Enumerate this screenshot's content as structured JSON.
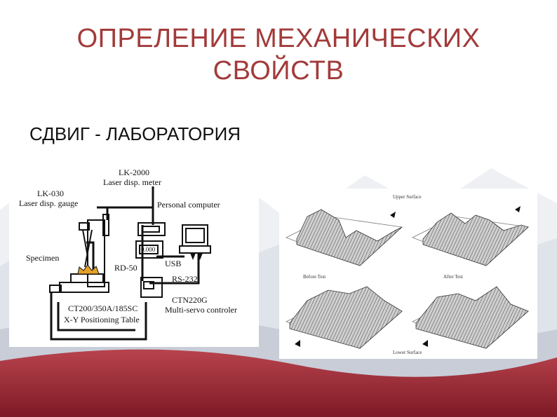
{
  "slide": {
    "title_line1": "ОПРЕЛЕНИЕ МЕХАНИЧЕСКИХ",
    "title_line2": "СВОЙСТВ",
    "subtitle": "СДВИГ - ЛАБОРАТОРИЯ",
    "accent_color": "#a33a3a"
  },
  "schematic": {
    "laser_meter_model": "LK-2000",
    "laser_meter_label": "Laser disp. meter",
    "gauge_model": "LK-030",
    "gauge_label": "Laser disp. gauge",
    "computer_label": "Personal computer",
    "specimen_label": "Specimen",
    "rd_label": "RD-50",
    "display_value": "0.000",
    "usb_label": "USB",
    "rs_label": "RS-232",
    "controller_model": "CTN220G",
    "controller_label": "Multi-servo controler",
    "table_model": "CT200/350A/185SC",
    "table_label": "X-Y Positioning Table"
  },
  "surfaces": {
    "upper_label": "Upper Surface",
    "before_label": "Before Test",
    "after_label": "After Test",
    "lower_label": "Lower Surface"
  }
}
